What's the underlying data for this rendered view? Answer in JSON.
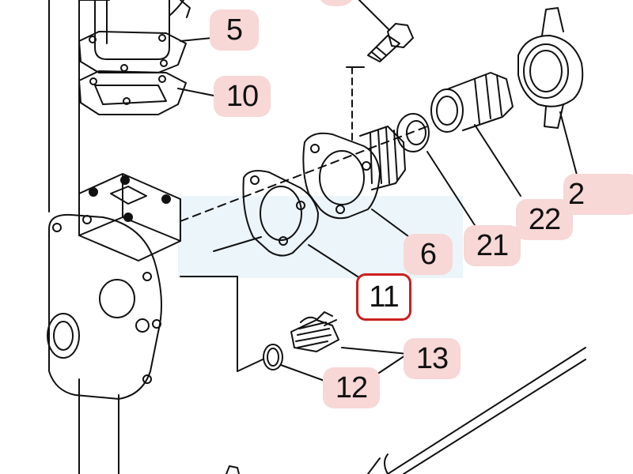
{
  "colors": {
    "callout_fill": "#f8d7d7",
    "highlight_border": "#cc1f1f",
    "highlight_fill": "#ffffff",
    "line": "#111111",
    "band": "#e6f2f8"
  },
  "callouts": [
    {
      "id": "c5",
      "label": "5"
    },
    {
      "id": "c10",
      "label": "10"
    },
    {
      "id": "c6",
      "label": "6"
    },
    {
      "id": "c21",
      "label": "21"
    },
    {
      "id": "c22",
      "label": "22"
    },
    {
      "id": "c2x",
      "label": "2"
    },
    {
      "id": "c11",
      "label": "11",
      "highlighted": true
    },
    {
      "id": "c13",
      "label": "13"
    },
    {
      "id": "c12",
      "label": "12"
    }
  ]
}
